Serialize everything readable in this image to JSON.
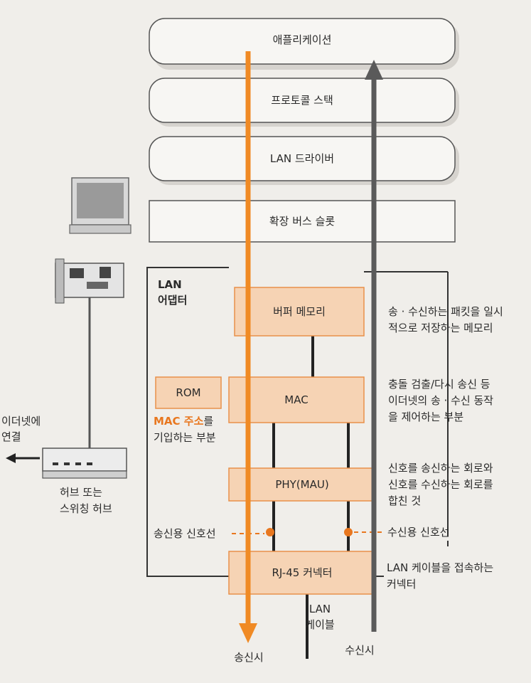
{
  "layers": {
    "application": "애플리케이션",
    "protocol_stack": "프로토콜 스택",
    "lan_driver": "LAN 드라이버",
    "expansion_slot": "확장 버스 슬롯"
  },
  "adapter": {
    "title_line1": "LAN",
    "title_line2": "어댑터",
    "buffer_memory": "버퍼 메모리",
    "mac": "MAC",
    "rom": "ROM",
    "phy": "PHY(MAU)",
    "rj45": "RJ-45 커넥터"
  },
  "annotations": {
    "buffer_line1": "송 · 수신하는 패킷을 일시",
    "buffer_line2": "적으로 저장하는 메모리",
    "mac_line1": "충돌 검출/다시 송신 등",
    "mac_line2": "이더넷의 송 · 수신 동작",
    "mac_line3": "을 제어하는 부분",
    "phy_line1": "신호를 송신하는 회로와",
    "phy_line2": "신호를 수신하는 회로를",
    "phy_line3": "합친 것",
    "rom_highlight": "MAC 주소",
    "rom_suffix": "를",
    "rom_line2": "기입하는 부분",
    "rx_signal": "수신용 신호선",
    "tx_signal": "송신용 신호선",
    "rj45_line1": "LAN 케이블을 접속하는",
    "rj45_line2": "커넥터"
  },
  "left": {
    "ethernet_line1": "이더넷에",
    "ethernet_line2": "연결",
    "hub_line1": "허브 또는",
    "hub_line2": "스위칭 허브"
  },
  "bottom": {
    "lan_cable_line1": "LAN",
    "lan_cable_line2": "케이블",
    "send": "송신시",
    "receive": "수신시"
  },
  "colors": {
    "send_arrow": "#f08a24",
    "receive_arrow": "#5a5a5a",
    "component_fill": "#f6d3b4",
    "component_border": "#e8904a"
  }
}
